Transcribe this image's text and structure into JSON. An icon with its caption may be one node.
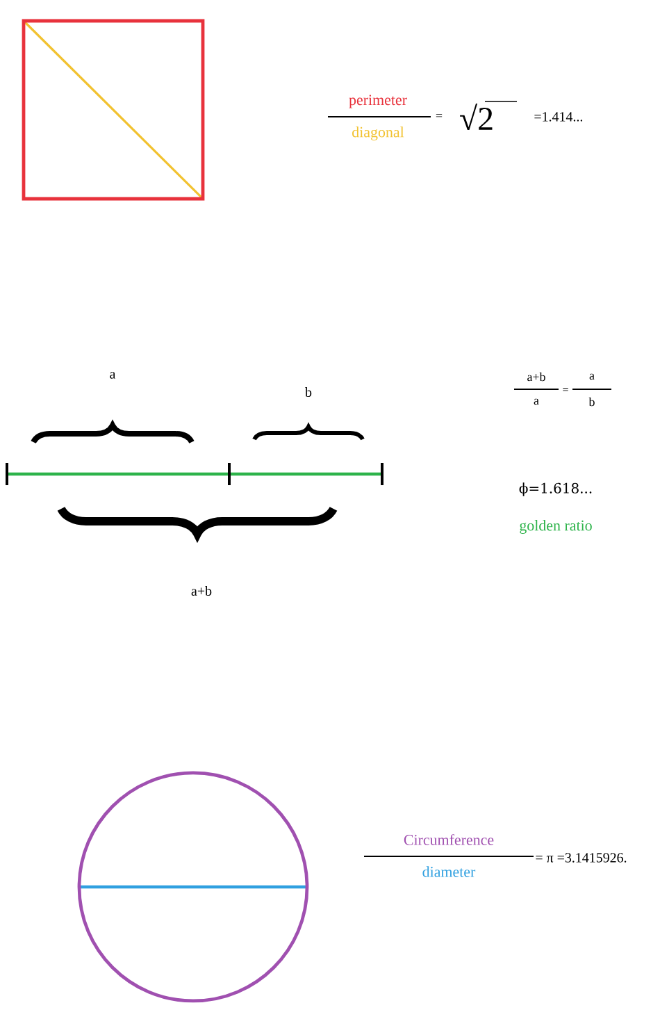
{
  "diagram": {
    "labels": [
      "perimeter",
      "diagonal",
      "=",
      "√2",
      "=1.414...",
      "a",
      "b",
      "a+b",
      "a+b",
      "a",
      "=",
      "a",
      "b",
      "ϕ=1.618...",
      "golden ratio",
      "Circumference",
      "diameter",
      "= π =3.1415926."
    ]
  }
}
